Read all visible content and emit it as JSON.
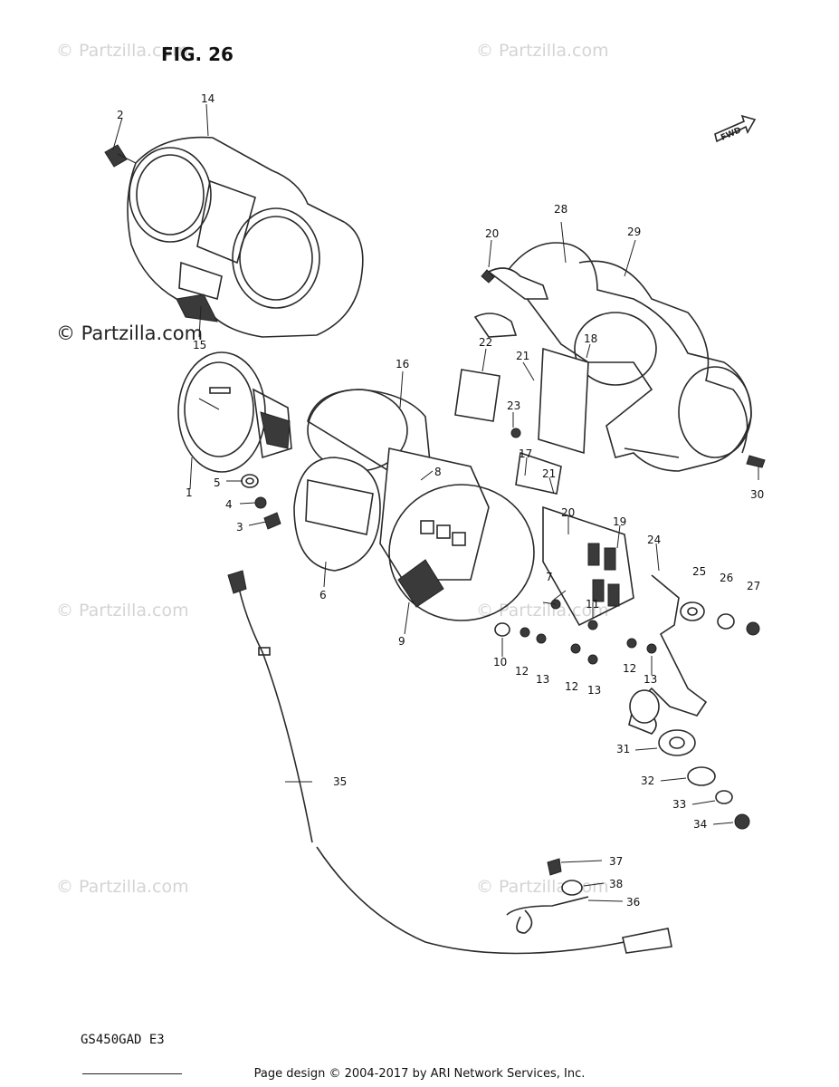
{
  "figure": {
    "title": "FIG. 26"
  },
  "watermarks": {
    "partzilla": "© Partzilla.com"
  },
  "direction_tag": "FWD",
  "callouts": [
    {
      "id": "c1",
      "label": "1"
    },
    {
      "id": "c2",
      "label": "2"
    },
    {
      "id": "c3",
      "label": "3"
    },
    {
      "id": "c4",
      "label": "4"
    },
    {
      "id": "c5",
      "label": "5"
    },
    {
      "id": "c6",
      "label": "6"
    },
    {
      "id": "c7",
      "label": "7"
    },
    {
      "id": "c8",
      "label": "8"
    },
    {
      "id": "c9",
      "label": "9"
    },
    {
      "id": "c10",
      "label": "10"
    },
    {
      "id": "c11",
      "label": "11"
    },
    {
      "id": "c12a",
      "label": "12"
    },
    {
      "id": "c12b",
      "label": "12"
    },
    {
      "id": "c12c",
      "label": "12"
    },
    {
      "id": "c13a",
      "label": "13"
    },
    {
      "id": "c13b",
      "label": "13"
    },
    {
      "id": "c13c",
      "label": "13"
    },
    {
      "id": "c14",
      "label": "14"
    },
    {
      "id": "c15",
      "label": "15"
    },
    {
      "id": "c16",
      "label": "16"
    },
    {
      "id": "c17",
      "label": "17"
    },
    {
      "id": "c18",
      "label": "18"
    },
    {
      "id": "c19",
      "label": "19"
    },
    {
      "id": "c20a",
      "label": "20"
    },
    {
      "id": "c20b",
      "label": "20"
    },
    {
      "id": "c21a",
      "label": "21"
    },
    {
      "id": "c21b",
      "label": "21"
    },
    {
      "id": "c22",
      "label": "22"
    },
    {
      "id": "c23",
      "label": "23"
    },
    {
      "id": "c24",
      "label": "24"
    },
    {
      "id": "c25",
      "label": "25"
    },
    {
      "id": "c26",
      "label": "26"
    },
    {
      "id": "c27",
      "label": "27"
    },
    {
      "id": "c28",
      "label": "28"
    },
    {
      "id": "c29",
      "label": "29"
    },
    {
      "id": "c30",
      "label": "30"
    },
    {
      "id": "c31",
      "label": "31"
    },
    {
      "id": "c32",
      "label": "32"
    },
    {
      "id": "c33",
      "label": "33"
    },
    {
      "id": "c34",
      "label": "34"
    },
    {
      "id": "c35",
      "label": "35"
    },
    {
      "id": "c36",
      "label": "36"
    },
    {
      "id": "c37",
      "label": "37"
    },
    {
      "id": "c38",
      "label": "38"
    }
  ],
  "model_code": "GS450GAD E3",
  "footer": "Page design © 2004-2017 by ARI Network Services, Inc."
}
